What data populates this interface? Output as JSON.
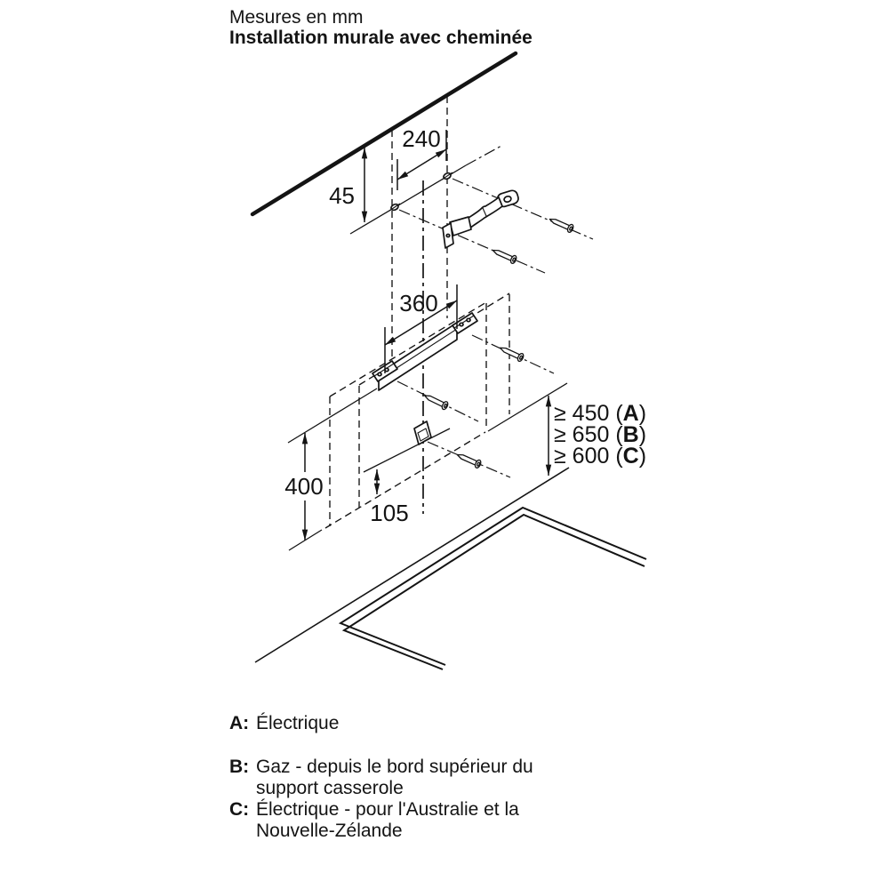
{
  "header": {
    "subtitle": "Mesures en mm",
    "title": "Installation murale avec cheminée"
  },
  "diagram": {
    "dim_chimney_spacing": "240",
    "dim_ceiling_offset": "45",
    "dim_rail_spacing": "360",
    "dim_rail_height": "400",
    "dim_bracket_height": "105",
    "clearances": {
      "open": " (",
      "close": ")",
      "items": [
        {
          "value": "≥ 450",
          "key": "A"
        },
        {
          "value": "≥ 650",
          "key": "B"
        },
        {
          "value": "≥ 600",
          "key": "C"
        }
      ]
    }
  },
  "legend": {
    "items": [
      {
        "key": "A:",
        "line1": "Électrique"
      },
      {
        "key": "B:",
        "line1": "Gaz - depuis le bord supérieur du",
        "line2": "support casserole"
      },
      {
        "key": "C:",
        "line1": "Électrique - pour l'Australie et la",
        "line2": "Nouvelle-Zélande"
      }
    ]
  }
}
